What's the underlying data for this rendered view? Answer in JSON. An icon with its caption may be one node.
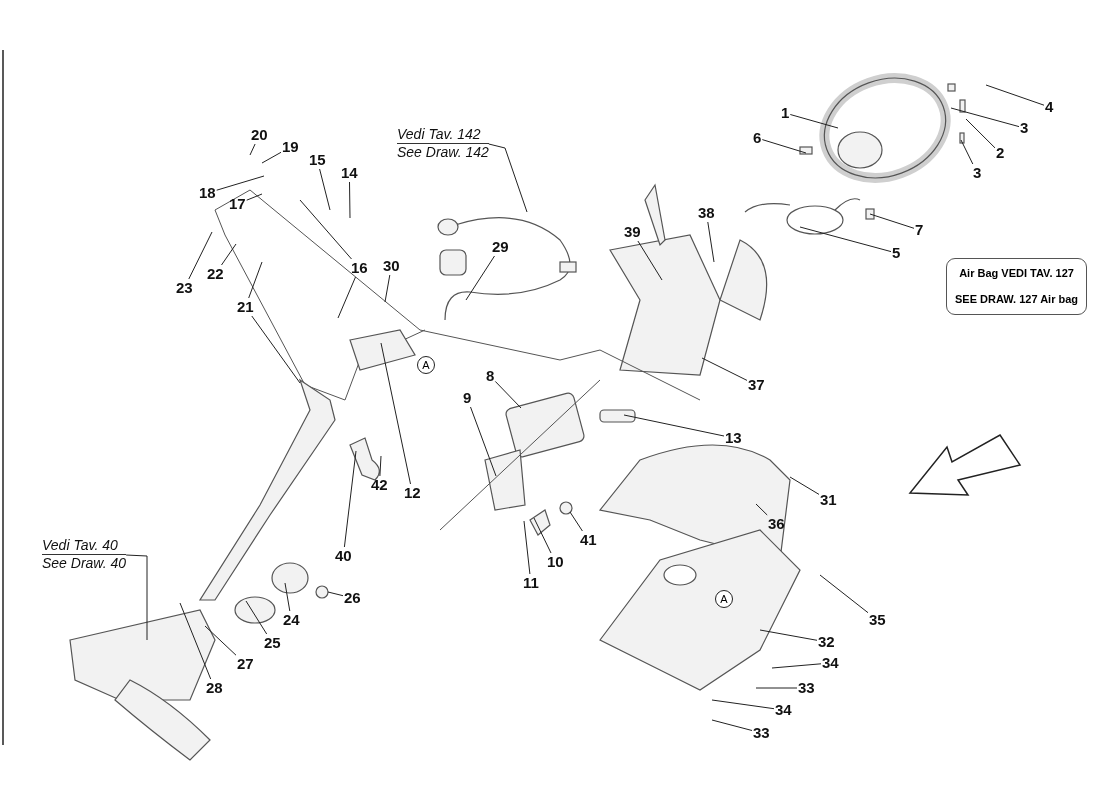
{
  "diagram": {
    "nodes": [
      {
        "text": [
          "Vedi Tav. 142",
          "See Draw. 142"
        ]
      },
      {
        "text": [
          "20"
        ]
      },
      {
        "text": [
          "19"
        ]
      },
      {
        "text": [
          "15"
        ]
      },
      {
        "text": [
          "14"
        ]
      },
      {
        "text": [
          "18"
        ]
      },
      {
        "text": [
          "17"
        ]
      },
      {
        "text": [
          "23"
        ]
      },
      {
        "text": [
          "22"
        ]
      },
      {
        "text": [
          "21"
        ]
      },
      {
        "text": [
          "16"
        ]
      },
      {
        "text": [
          "30"
        ]
      },
      {
        "text": [
          "29"
        ]
      },
      {
        "text": [
          "A"
        ]
      },
      {
        "text": [
          "1"
        ]
      },
      {
        "text": [
          "4"
        ]
      },
      {
        "text": [
          "3"
        ]
      },
      {
        "text": [
          "6"
        ]
      },
      {
        "text": [
          "2"
        ]
      },
      {
        "text": [
          "3"
        ]
      },
      {
        "text": [
          "7"
        ]
      },
      {
        "text": [
          "5"
        ]
      },
      {
        "text": [
          "38"
        ]
      },
      {
        "text": [
          "39"
        ]
      },
      {
        "text": [
          "Air Bag VEDI TAV. 127",
          "SEE DRAW. 127 Air bag"
        ]
      },
      {
        "text": [
          "8"
        ]
      },
      {
        "text": [
          "9"
        ]
      },
      {
        "text": [
          "37"
        ]
      },
      {
        "text": [
          "13"
        ]
      },
      {
        "text": [
          "42"
        ]
      },
      {
        "text": [
          "12"
        ]
      },
      {
        "text": [
          "31"
        ]
      },
      {
        "text": [
          "36"
        ]
      },
      {
        "text": [
          "41"
        ]
      },
      {
        "text": [
          "10"
        ]
      },
      {
        "text": [
          "11"
        ]
      },
      {
        "text": [
          "Vedi Tav. 40",
          "See Draw. 40"
        ]
      },
      {
        "text": [
          "40"
        ]
      },
      {
        "text": [
          "26"
        ]
      },
      {
        "text": [
          "24"
        ]
      },
      {
        "text": [
          "A"
        ]
      },
      {
        "text": [
          "35"
        ]
      },
      {
        "text": [
          "25"
        ]
      },
      {
        "text": [
          "32"
        ]
      },
      {
        "text": [
          "27"
        ]
      },
      {
        "text": [
          "34"
        ]
      },
      {
        "text": [
          "28"
        ]
      },
      {
        "text": [
          "33"
        ]
      },
      {
        "text": [
          "34"
        ]
      },
      {
        "text": [
          "33"
        ]
      }
    ],
    "edges": [
      {
        "from": 0,
        "to": null,
        "arrow": "none"
      },
      {
        "from": 1,
        "to": null,
        "arrow": "none"
      },
      {
        "from": 2,
        "to": null,
        "arrow": "none"
      },
      {
        "from": 3,
        "to": null,
        "arrow": "none"
      },
      {
        "from": 4,
        "to": null,
        "arrow": "none"
      },
      {
        "from": 5,
        "to": null,
        "arrow": "none"
      },
      {
        "from": 6,
        "to": null,
        "arrow": "none"
      },
      {
        "from": 7,
        "to": null,
        "arrow": "none"
      },
      {
        "from": 8,
        "to": null,
        "arrow": "none"
      },
      {
        "from": 9,
        "to": null,
        "arrow": "none"
      },
      {
        "from": 9,
        "to": null,
        "arrow": "none"
      },
      {
        "from": 10,
        "to": null,
        "arrow": "none"
      },
      {
        "from": 10,
        "to": null,
        "arrow": "none"
      },
      {
        "from": 11,
        "to": null,
        "arrow": "none"
      },
      {
        "from": 12,
        "to": null,
        "arrow": "none"
      },
      {
        "from": 14,
        "to": null,
        "arrow": "none"
      },
      {
        "from": 15,
        "to": null,
        "arrow": "none"
      },
      {
        "from": 16,
        "to": null,
        "arrow": "none"
      },
      {
        "from": 17,
        "to": null,
        "arrow": "none"
      },
      {
        "from": 18,
        "to": null,
        "arrow": "none"
      },
      {
        "from": 19,
        "to": null,
        "arrow": "none"
      },
      {
        "from": 20,
        "to": null,
        "arrow": "none"
      },
      {
        "from": 21,
        "to": null,
        "arrow": "none"
      },
      {
        "from": 22,
        "to": null,
        "arrow": "none"
      },
      {
        "from": 23,
        "to": null,
        "arrow": "none"
      },
      {
        "from": 25,
        "to": null,
        "arrow": "none"
      },
      {
        "from": 26,
        "to": null,
        "arrow": "none"
      },
      {
        "from": 27,
        "to": null,
        "arrow": "none"
      },
      {
        "from": 28,
        "to": null,
        "arrow": "none"
      },
      {
        "from": 29,
        "to": null,
        "arrow": "none"
      },
      {
        "from": 30,
        "to": null,
        "arrow": "none"
      },
      {
        "from": 31,
        "to": null,
        "arrow": "none"
      },
      {
        "from": 32,
        "to": null,
        "arrow": "none"
      },
      {
        "from": 33,
        "to": null,
        "arrow": "none"
      },
      {
        "from": 34,
        "to": null,
        "arrow": "none"
      },
      {
        "from": 35,
        "to": null,
        "arrow": "none"
      },
      {
        "from": 36,
        "to": null,
        "arrow": "none"
      },
      {
        "from": 37,
        "to": null,
        "arrow": "none"
      },
      {
        "from": 38,
        "to": null,
        "arrow": "none"
      },
      {
        "from": 39,
        "to": null,
        "arrow": "none"
      },
      {
        "from": 41,
        "to": null,
        "arrow": "none"
      },
      {
        "from": 42,
        "to": null,
        "arrow": "none"
      },
      {
        "from": 43,
        "to": null,
        "arrow": "none"
      },
      {
        "from": 44,
        "to": null,
        "arrow": "none"
      },
      {
        "from": 45,
        "to": null,
        "arrow": "none"
      },
      {
        "from": 46,
        "to": null,
        "arrow": "none"
      },
      {
        "from": 47,
        "to": null,
        "arrow": "none"
      },
      {
        "from": 48,
        "to": null,
        "arrow": "none"
      },
      {
        "from": 49,
        "to": null,
        "arrow": "none"
      }
    ]
  }
}
